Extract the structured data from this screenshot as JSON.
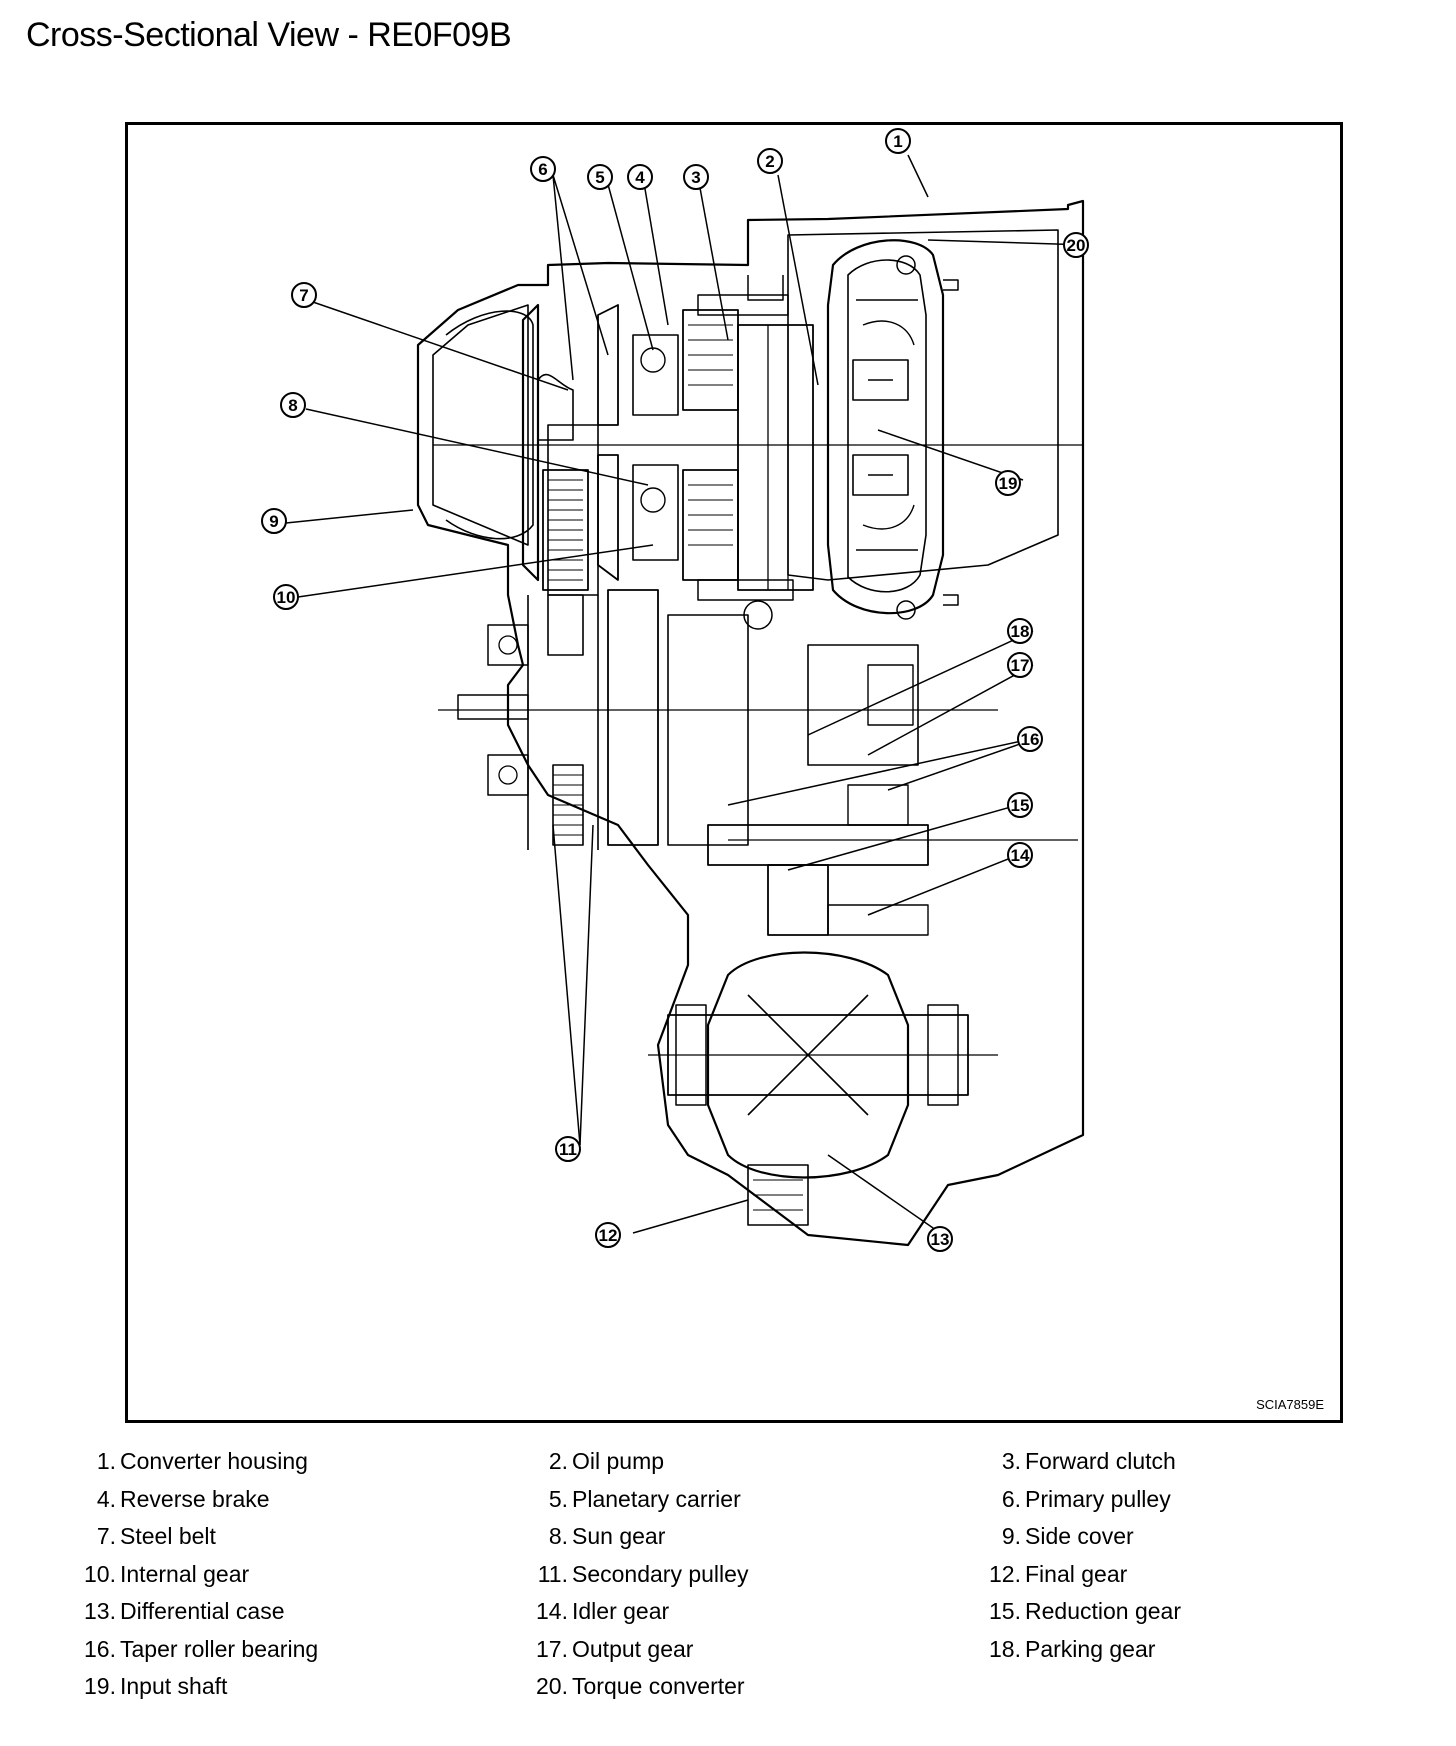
{
  "title": "Cross-Sectional View - RE0F09B",
  "figure_code": "SCIA7859E",
  "callouts": [
    {
      "id": "1",
      "label": "1"
    },
    {
      "id": "2",
      "label": "2"
    },
    {
      "id": "3",
      "label": "3"
    },
    {
      "id": "4",
      "label": "4"
    },
    {
      "id": "5",
      "label": "5"
    },
    {
      "id": "6",
      "label": "6"
    },
    {
      "id": "7",
      "label": "7"
    },
    {
      "id": "8",
      "label": "8"
    },
    {
      "id": "9",
      "label": "9"
    },
    {
      "id": "10",
      "label": "10"
    },
    {
      "id": "11",
      "label": "11"
    },
    {
      "id": "12",
      "label": "12"
    },
    {
      "id": "13",
      "label": "13"
    },
    {
      "id": "14",
      "label": "14"
    },
    {
      "id": "15",
      "label": "15"
    },
    {
      "id": "16",
      "label": "16"
    },
    {
      "id": "17",
      "label": "17"
    },
    {
      "id": "18",
      "label": "18"
    },
    {
      "id": "19",
      "label": "19"
    },
    {
      "id": "20",
      "label": "20"
    }
  ],
  "legend": [
    {
      "num": "1.",
      "label": "Converter housing"
    },
    {
      "num": "2.",
      "label": "Oil pump"
    },
    {
      "num": "3.",
      "label": "Forward clutch"
    },
    {
      "num": "4.",
      "label": "Reverse brake"
    },
    {
      "num": "5.",
      "label": "Planetary carrier"
    },
    {
      "num": "6.",
      "label": "Primary pulley"
    },
    {
      "num": "7.",
      "label": "Steel belt"
    },
    {
      "num": "8.",
      "label": "Sun gear"
    },
    {
      "num": "9.",
      "label": "Side cover"
    },
    {
      "num": "10.",
      "label": "Internal gear"
    },
    {
      "num": "11.",
      "label": "Secondary pulley"
    },
    {
      "num": "12.",
      "label": "Final gear"
    },
    {
      "num": "13.",
      "label": "Differential case"
    },
    {
      "num": "14.",
      "label": "Idler gear"
    },
    {
      "num": "15.",
      "label": "Reduction gear"
    },
    {
      "num": "16.",
      "label": "Taper roller bearing"
    },
    {
      "num": "17.",
      "label": "Output gear"
    },
    {
      "num": "18.",
      "label": "Parking gear"
    },
    {
      "num": "19.",
      "label": "Input shaft"
    },
    {
      "num": "20.",
      "label": "Torque converter"
    }
  ]
}
